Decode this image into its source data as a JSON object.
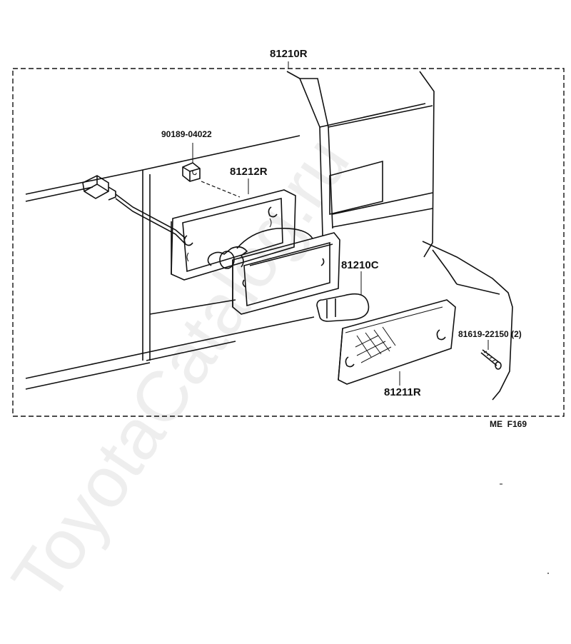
{
  "diagram": {
    "assembly_label": "81210R",
    "parts": [
      {
        "key": "clip",
        "label": "90189-04022"
      },
      {
        "key": "gasket",
        "label": "81212R"
      },
      {
        "key": "bulb",
        "label": "81210C"
      },
      {
        "key": "screw",
        "label": "81619-22150 (2)"
      },
      {
        "key": "lens",
        "label": "81211R"
      }
    ],
    "figure_code": "ME  F169",
    "watermark": "ToyotaCatalog.ru"
  }
}
